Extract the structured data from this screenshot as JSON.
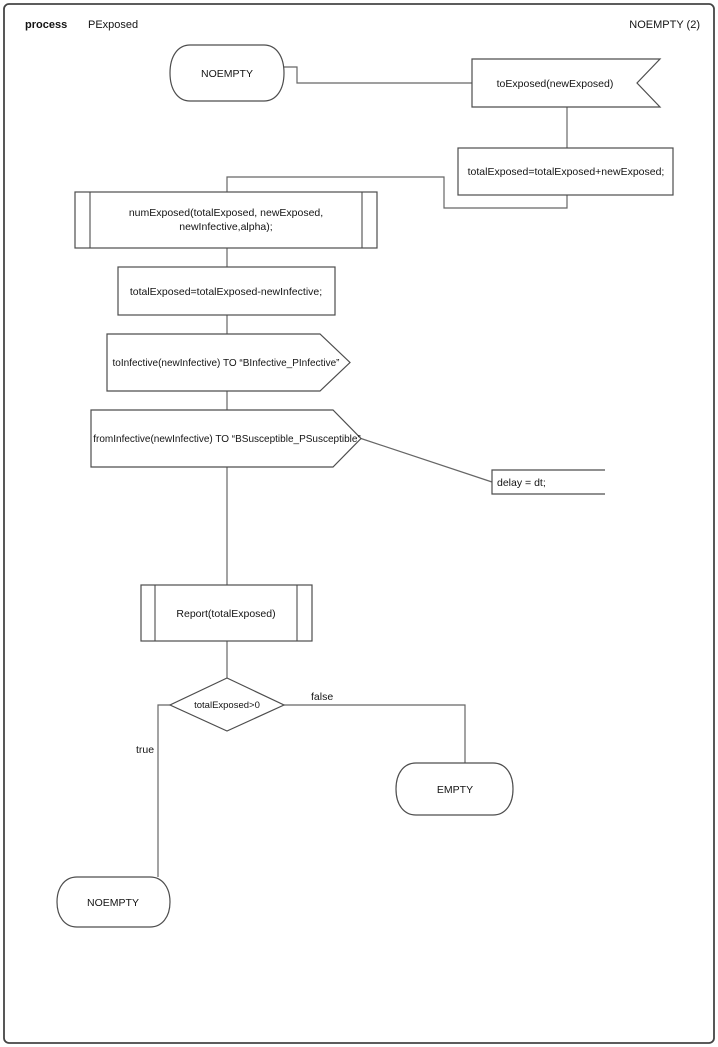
{
  "header": {
    "kind_label": "process",
    "process_name": "PExposed",
    "page_label": "NOEMPTY (2)"
  },
  "nodes": {
    "state_top": "NOEMPTY",
    "input_to_exposed": "toExposed(newExposed)",
    "task_add": "totalExposed=totalExposed+newExposed;",
    "proc_num_exposed_line1": "numExposed(totalExposed, newExposed,",
    "proc_num_exposed_line2": "newInfective,alpha);",
    "task_sub": "totalExposed=totalExposed-newInfective;",
    "output_to_infective": "toInfective(newInfective) TO “BInfective_PInfective”",
    "output_from_infective": "fromInfective(newInfective) TO “BSusceptible_PSusceptible”",
    "text_delay": "delay = dt;",
    "proc_report": "Report(totalExposed)",
    "decision_condition": "totalExposed>0",
    "branch_false_label": "false",
    "branch_true_label": "true",
    "state_empty": "EMPTY",
    "state_bottom": "NOEMPTY"
  },
  "colors": {
    "background": "#ffffff",
    "shape_stroke": "#4d4d4d",
    "connector_stroke": "#666666",
    "text": "#141414",
    "page_border": "#454545"
  }
}
